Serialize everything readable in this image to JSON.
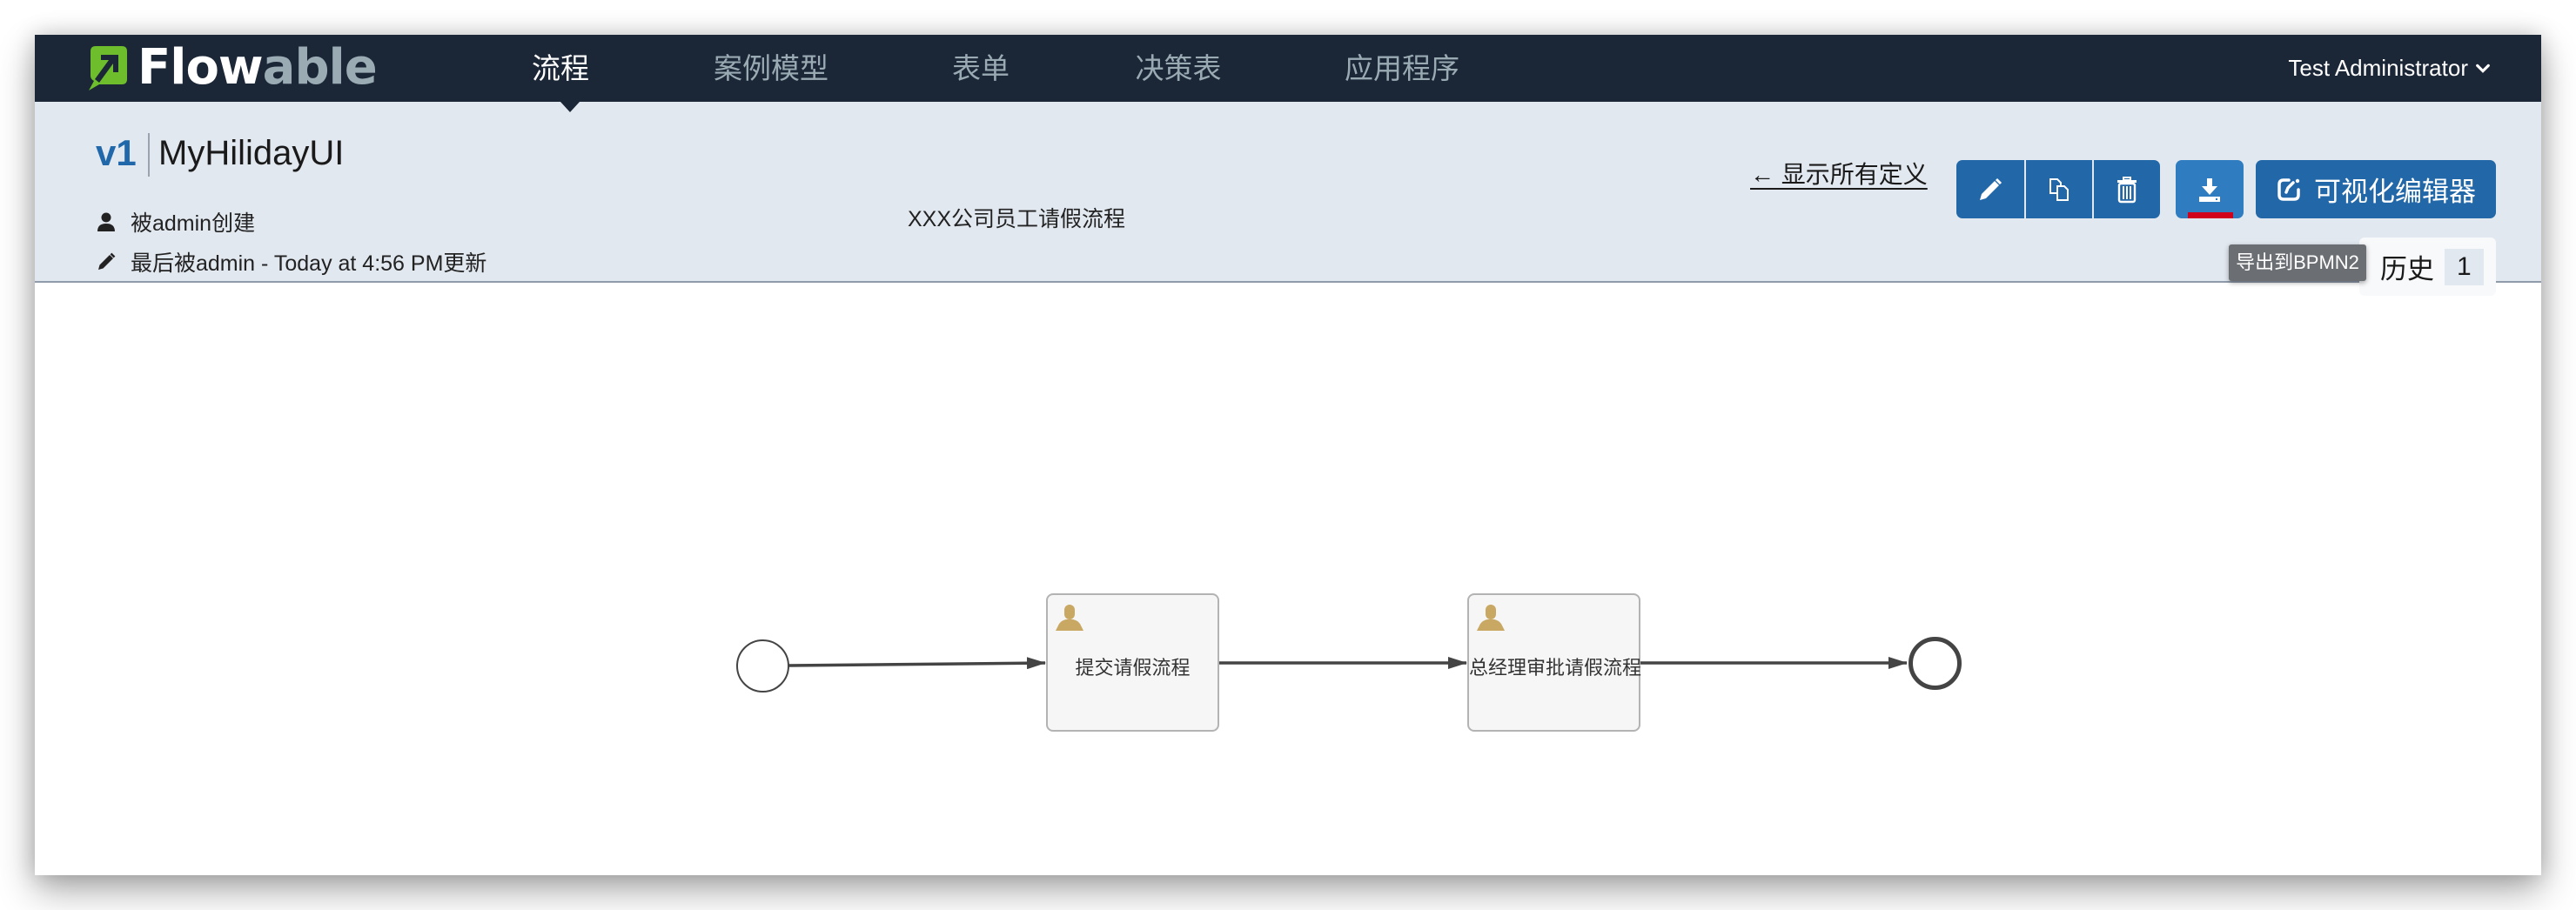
{
  "navbar": {
    "logo": {
      "part1": "Flow",
      "part2": "able",
      "icon": "flowable-logo-icon"
    },
    "items": [
      {
        "label": "流程",
        "active": true
      },
      {
        "label": "案例模型",
        "active": false
      },
      {
        "label": "表单",
        "active": false
      },
      {
        "label": "决策表",
        "active": false
      },
      {
        "label": "应用程序",
        "active": false
      }
    ],
    "user": {
      "name": "Test Administrator",
      "icon": "chevron-down-icon"
    }
  },
  "header": {
    "version": "v1",
    "title": "MyHilidayUI",
    "created_by": "被admin创建",
    "updated_by": "最后被admin - Today at 4:56 PM更新",
    "description": "XXX公司员工请假流程",
    "back_link": "← 显示所有定义",
    "actions": {
      "edit_icon": "pencil-icon",
      "copy_icon": "copy-icon",
      "delete_icon": "trash-icon",
      "download_icon": "download-icon",
      "editor_label": "可视化编辑器",
      "editor_icon": "edit-square-icon"
    },
    "tooltip": "导出到BPMN2",
    "history": {
      "label": "历史",
      "count": "1"
    }
  },
  "colors": {
    "navbar_bg": "#1b2637",
    "header_bg": "#e2e8f0",
    "primary_button": "#2267a7",
    "hover_button": "#2f7cc0",
    "highlight_bar": "#d0021b",
    "logo_green": "#6ebd2c",
    "task_icon": "#c8a862"
  },
  "diagram": {
    "start_event": {
      "type": "start-event"
    },
    "tasks": [
      {
        "label": "提交请假流程",
        "type": "user-task"
      },
      {
        "label": "总经理审批请假流程",
        "type": "user-task"
      }
    ],
    "end_event": {
      "type": "end-event"
    }
  }
}
